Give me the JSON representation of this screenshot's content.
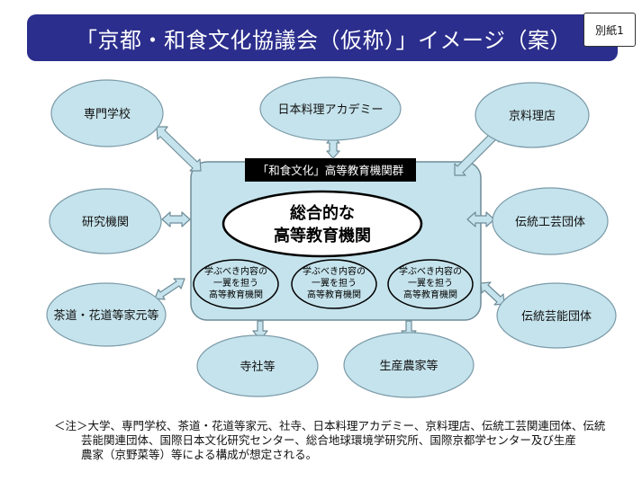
{
  "header": {
    "title": "「京都・和食文化協議会（仮称）」イメージ（案）",
    "sheet_label": "別紙1"
  },
  "colors": {
    "banner": "#2b2e8c",
    "bubble_fill": "#c5e3ec",
    "bubble_stroke": "#7a9aa8",
    "core_fill": "#cfe8ef",
    "arrow_fill": "#c5e3ec",
    "arrow_stroke": "#6f8c97"
  },
  "diagram": {
    "center_label": "「和食文化」高等教育機関群",
    "core": {
      "line1": "総合的な",
      "line2": "高等教育機関"
    },
    "subs": [
      {
        "line1": "学ぶべき内容の",
        "line2": "一翼を担う",
        "line3": "高等教育機関"
      },
      {
        "line1": "学ぶべき内容の",
        "line2": "一翼を担う",
        "line3": "高等教育機関"
      },
      {
        "line1": "学ぶべき内容の",
        "line2": "一翼を担う",
        "line3": "高等教育機関"
      }
    ],
    "nodes": {
      "senmon": "専門学校",
      "academy": "日本料理アカデミー",
      "kyoryori": "京料理店",
      "kenkyu": "研究機関",
      "dento_kogei": "伝統工芸団体",
      "sado": "茶道・花道等家元等",
      "dento_geino": "伝統芸能団体",
      "jisha": "寺社等",
      "nouka": "生産農家等"
    }
  },
  "note": {
    "line1": "＜注＞大学、専門学校、茶道・花道等家元、社寺、日本料理アカデミー、京料理店、伝統工芸関連団体、伝統",
    "line2": "芸能関連団体、国際日本文化研究センター、総合地球環境学研究所、国際京都学センター及び生産",
    "line3": "農家（京野菜等）等による構成が想定される。"
  }
}
